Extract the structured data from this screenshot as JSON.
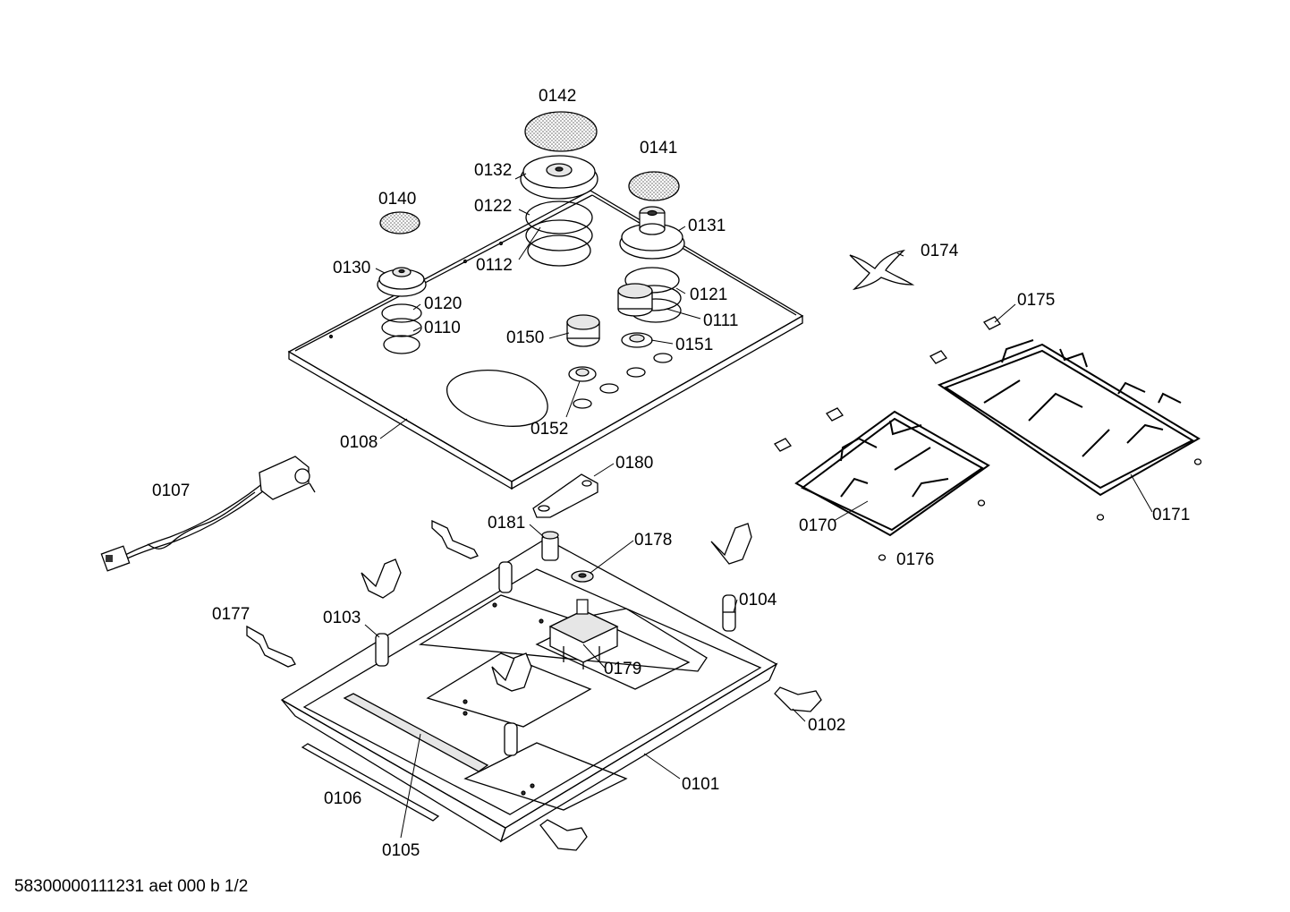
{
  "footer_text": "58300000111231 aet 000 b 1/2",
  "labels": {
    "p0142": "0142",
    "p0141": "0141",
    "p0132": "0132",
    "p0122": "0122",
    "p0140": "0140",
    "p0131": "0131",
    "p0112": "0112",
    "p0130": "0130",
    "p0174": "0174",
    "p0120": "0120",
    "p0121": "0121",
    "p0175": "0175",
    "p0110": "0110",
    "p0111": "0111",
    "p0150": "0150",
    "p0151": "0151",
    "p0152": "0152",
    "p0108": "0108",
    "p0180": "0180",
    "p0107": "0107",
    "p0170": "0170",
    "p0171": "0171",
    "p0181": "0181",
    "p0178": "0178",
    "p0176": "0176",
    "p0104": "0104",
    "p0177": "0177",
    "p0103": "0103",
    "p0179": "0179",
    "p0102": "0102",
    "p0101": "0101",
    "p0106": "0106",
    "p0105": "0105"
  }
}
